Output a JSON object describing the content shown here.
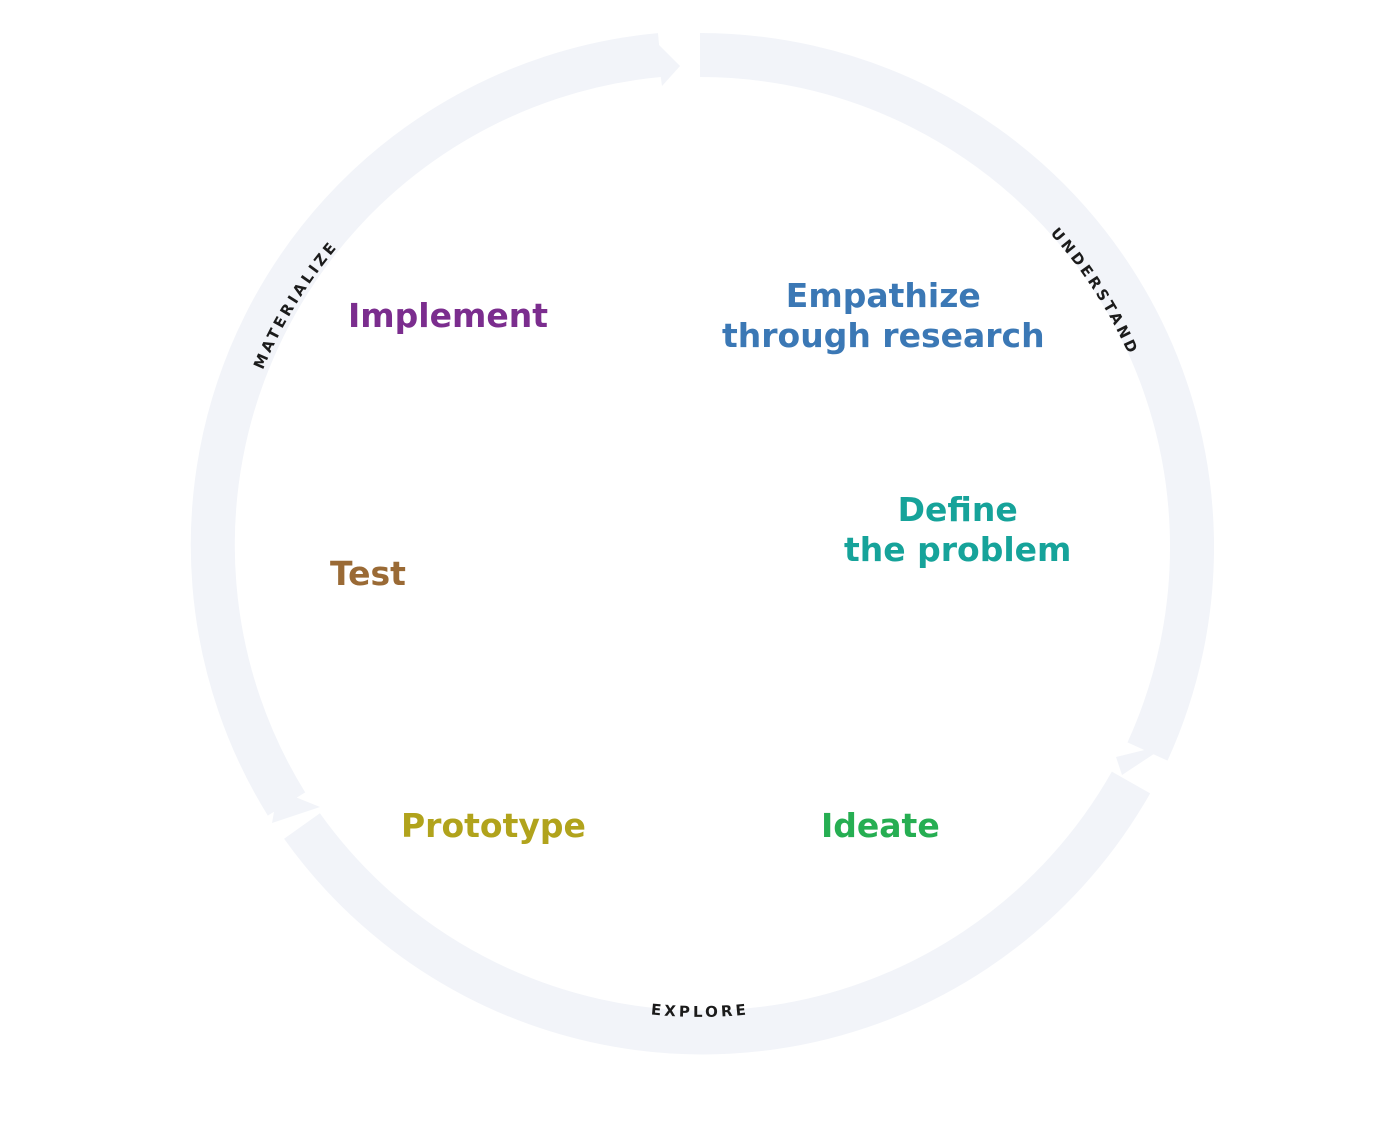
{
  "phases": {
    "understand": "UNDERSTAND",
    "explore": "EXPLORE",
    "materialize": "MATERIALIZE"
  },
  "stages": {
    "implement": {
      "line1": "Implement",
      "color": "#7b2d8e"
    },
    "empathize": {
      "line1": "Empathize",
      "line2": "through research",
      "color": "#3b78b5"
    },
    "define": {
      "line1": "Define",
      "line2": "the problem",
      "color": "#16a39a"
    },
    "test": {
      "line1": "Test",
      "color": "#9a6a35"
    },
    "prototype": {
      "line1": "Prototype",
      "color": "#b1a31c"
    },
    "ideate": {
      "line1": "Ideate",
      "color": "#26ae52"
    }
  },
  "colors": {
    "ring": "#f2f4f9",
    "phase_text": "#1b1b1b",
    "background": "#ffffff"
  }
}
